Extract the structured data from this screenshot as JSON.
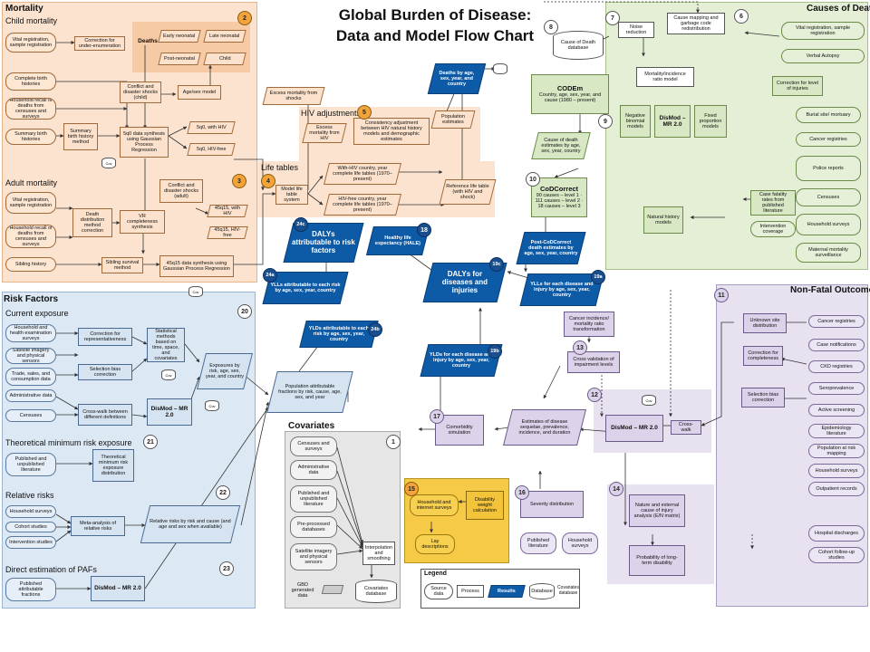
{
  "title": {
    "line1": "Global Burden of Disease:",
    "line2": "Data and Model Flow Chart"
  },
  "sections": {
    "mortality": "Mortality",
    "child_mortality": "Child mortality",
    "adult_mortality": "Adult mortality",
    "risk_factors": "Risk Factors",
    "current_exposure": "Current exposure",
    "tmre": "Theoretical minimum risk exposure",
    "relative_risks": "Relative risks",
    "paf": "Direct estimation of PAFs",
    "covariates": "Covariates",
    "causes_of_death": "Causes of Death",
    "non_fatal": "Non-Fatal Outcomes",
    "hiv": "HIV adjustments",
    "life_tables": "Life tables"
  },
  "nodes": {
    "vital_reg_sample": "Vital registration, sample registration",
    "correction_under_enum": "Correction for under-enumeration",
    "complete_birth": "Complete birth histories",
    "household_recall_deaths": "Household recall of deaths from censuses and surveys",
    "summary_birth": "Summary birth histories",
    "summary_birth_method": "Summary birth history method",
    "conflict_child": "Conflict and disaster shocks (child)",
    "age_sex_model": "Age/sex model",
    "sq0_synthesis": "5q0 data synthesis using Gaussian Process Regression",
    "deaths": "Deaths",
    "early_neonatal": "Early neonatal",
    "late_neonatal": "Late neonatal",
    "post_neonatal": "Post-neonatal",
    "child": "Child",
    "sq0_hiv": "5q0, with HIV",
    "sq0_hivfree": "5q0, HIV-free",
    "vital_reg_sample2": "Vital registration, sample registration",
    "household_recall2": "Household recall of deaths from censuses and surveys",
    "sibling_history": "Sibling history",
    "death_distribution": "Death distribution method correction",
    "vr_completeness": "VR completeness synthesis",
    "conflict_adult": "Conflict and disaster shocks (adult)",
    "q45_hiv": "45q15, with HIV",
    "q45_hivfree": "45q15, HIV-free",
    "sibling_survival": "Sibling survival method",
    "q45_synthesis": "45q15 data synthesis using Gaussian Process Regression",
    "excess_mort_shocks": "Excess mortality from shocks",
    "excess_mort_hiv": "Excess mortality from HIV",
    "consistency_adj": "Consistency adjustment between HIV natural history models and demographic estimates",
    "model_life_table": "Model life table system",
    "with_hiv_lt": "With-HIV country, year complete life tables (1970–present)",
    "hiv_free_lt": "HIV-free country, year complete life tables (1970–present)",
    "reference_lt": "Reference life table (with HIV and shock)",
    "population_estimates": "Population estimates",
    "deaths_by": "Deaths by age, sex, year, and country",
    "noise_reduction": "Noise reduction",
    "cause_mapping": "Cause mapping and garbage code redistribution",
    "cod_database": "Cause of Death database",
    "mi_ratio": "Mortality/incidence ratio model",
    "codem": "CODEm",
    "codem_sub": "Country, age, sex, year, and cause (1980 – present)",
    "neg_binomial": "Negative binomial models",
    "dismod_cod": "DisMod – MR 2.0",
    "fixed_proportion": "Fixed proportion models",
    "cod_estimates": "Cause of death estimates by age, sex, year, country",
    "codcorrect": "CoDCorrect",
    "codcorrect_sub": "90 causes – level 1 · 111 causes – level 2 · 18 causes – level 3",
    "post_codcorrect": "Post-CoDCorrect death estimates by age, sex, year, country",
    "natural_history": "Natural history models",
    "vital_reg_cod": "Vital registration, sample registration",
    "verbal_autopsy": "Verbal Autopsy",
    "correction_injuries": "Correction for level of injuries",
    "burial_site": "Burial site/ mortuary",
    "cancer_registries_cod": "Cancer registries",
    "police_reports": "Police reports",
    "censuses_cod": "Censuses",
    "case_fatality": "Case fatality rates from published literature",
    "intervention_coverage": "Intervention coverage",
    "household_surveys_cod": "Household surveys",
    "maternal_surveillance": "Maternal mortality surveillance",
    "dalys_risk": "DALYs attributable to risk factors",
    "hale": "Healthy life expectancy (HALE)",
    "dalys_diseases": "DALYs for diseases and injuries",
    "ylls_risk": "YLLs attributable to each risk by age, sex, year, country",
    "ylls_disease": "YLLs for each disease and injury by age, sex, year, country",
    "ylds_risk": "YLDs attributable to each risk by age, sex, year, country",
    "ylds_disease": "YLDs for each disease and injury by age, sex, year, country",
    "cancer_incidence": "Cancer incidence/ mortality ratio transformation",
    "cross_validation": "Cross validation of impairment levels",
    "estimates_disease": "Estimates of disease sequelae, prevalence, incidence, and duration",
    "comorbidity": "Comorbidity simulation",
    "dismod_nf": "DisMod – MR 2.0",
    "crosswalk_nf": "Cross-walk",
    "unknown_site": "Unknown site distribution",
    "correction_completeness": "Correction for completeness",
    "selection_bias_nf": "Selection bias correction",
    "cancer_registries_nf": "Cancer registries",
    "case_notifications": "Case notifications",
    "ckd_registries": "CKD registries",
    "seroprevalence": "Seroprevalence",
    "active_screening": "Active screening",
    "epi_literature": "Epidemiology literature",
    "pop_risk_mapping": "Population at risk mapping",
    "household_surveys_nf": "Household surveys",
    "outpatient": "Outpatient records",
    "hospital_discharges": "Hospital discharges",
    "cohort_followup": "Cohort follow-up studies",
    "nature_external": "Nature and external cause of injury analysis (E/N matrix)",
    "prob_disability": "Probability of long-term disability",
    "severity_dist": "Severity distribution",
    "published_lit": "Published literature",
    "household_surveys_sev": "Household surveys",
    "household_internet": "Household and internet surveys",
    "disability_weight": "Disability weight calculation",
    "lay_descriptions": "Lay descriptions",
    "hh_health_exam": "Household and health examination surveys",
    "satellite_imagery": "Satellite imagery and physical sensors",
    "trade_sales": "Trade, sales, and consumption data",
    "admin_data_rf": "Administrative data",
    "censuses_rf": "Censuses",
    "correction_repr": "Correction for representativeness",
    "selection_bias_rf": "Selection bias correction",
    "crosswalk_rf": "Cross-walk between different definitions",
    "stat_methods": "Statistical methods based on time, space, and covariates",
    "exposures_by": "Exposures by risk, age, sex, year, and country",
    "dismod_rf": "DisMod – MR 2.0",
    "pub_unpub_tmre": "Published and unpublished literature",
    "tmre_dist": "Theoretical minimum risk exposure distribution",
    "household_surveys_rr": "Household surveys",
    "cohort_studies": "Cohort studies",
    "intervention_studies": "Intervention studies",
    "meta_analysis": "Meta-analysis of relative risks",
    "relative_risks_by": "Relative risks by risk and cause (and age and sex when available)",
    "published_paf": "Published attributable fractions",
    "dismod_paf": "DisMod – MR 2.0",
    "pop_attributable": "Population attributable fractions by risk, cause, age, sex, and year",
    "cov_censuses": "Censuses and surveys",
    "cov_admin": "Administrative data",
    "cov_published": "Published and unpublished literature",
    "cov_preprocessed": "Pre-processed databases",
    "cov_satellite": "Satellite imagery and physical sensors",
    "cov_gbd_data": "GBD generated data",
    "interpolation": "Interpolation and smoothing",
    "cov_database": "Covariates database"
  },
  "legend": {
    "title": "Legend",
    "source": "Source data",
    "process": "Process",
    "results": "Results",
    "database": "Database",
    "cov_db": "Covariates database"
  },
  "cov_label": "Cov",
  "step_numbers": [
    "1",
    "2",
    "3",
    "4",
    "5",
    "6",
    "7",
    "8",
    "9",
    "10",
    "11",
    "12",
    "13",
    "14",
    "15",
    "16",
    "17",
    "18",
    "19",
    "20",
    "21",
    "22",
    "23",
    "24"
  ],
  "result_numbers": {
    "a": "24a",
    "b": "24b",
    "c": "24c",
    "d": "19a",
    "e": "19b",
    "f": "19c",
    "g": "18"
  },
  "colors": {
    "mortality": "#fbe3cf",
    "risk_factors": "#dce8f4",
    "causes_of_death": "#e4efd6",
    "non_fatal": "#e7e1f0",
    "covariates": "#e6e6e6",
    "disability": "#f6c947",
    "result": "#0d5aa7"
  }
}
